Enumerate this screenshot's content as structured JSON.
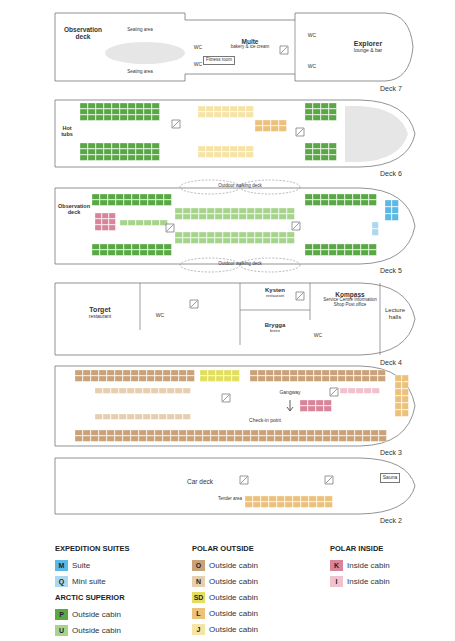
{
  "diagram": {
    "nodes": [
      {
        "text": [
          "Observation deck"
        ]
      },
      {
        "text": [
          "Seating area"
        ]
      },
      {
        "text": [
          "Seating area"
        ]
      },
      {
        "text": [
          "WC"
        ]
      },
      {
        "text": [
          "WC"
        ]
      },
      {
        "text": [
          "Multe",
          "bakery & ice cream"
        ]
      },
      {
        "text": [
          "Fitness room"
        ]
      },
      {
        "text": [
          "WC"
        ]
      },
      {
        "text": [
          "WC"
        ]
      },
      {
        "text": [
          "Explorer",
          "lounge & bar"
        ]
      },
      {
        "text": [
          "Hot tubs"
        ]
      },
      {
        "text": [
          "Observation deck"
        ]
      },
      {
        "text": [
          "Outdoor walking deck"
        ]
      },
      {
        "text": [
          "Outdoor walking deck"
        ]
      },
      {
        "text": [
          "Torget",
          "restaurant"
        ]
      },
      {
        "text": [
          "WC"
        ]
      },
      {
        "text": [
          "Kysten",
          "restaurant"
        ]
      },
      {
        "text": [
          "Brygga",
          "bistro"
        ]
      },
      {
        "text": [
          "WC"
        ]
      },
      {
        "text": [
          "Kompass",
          "Service Centre Information Shop Post office"
        ]
      },
      {
        "text": [
          "Lecture halls"
        ]
      },
      {
        "text": [
          "Gangway"
        ]
      },
      {
        "text": [
          "Check-in point"
        ]
      },
      {
        "text": [
          "Car deck"
        ]
      },
      {
        "text": [
          "Tender area"
        ]
      },
      {
        "text": [
          "Sauna"
        ]
      }
    ],
    "labels": [
      "Deck 7",
      "Deck 6",
      "Deck 5",
      "Deck 4",
      "Deck 3",
      "Deck 2",
      "EXPEDITION SUITES",
      "POLAR OUTSIDE",
      "POLAR INSIDE",
      "ARCTIC SUPERIOR",
      "M",
      "Q",
      "P",
      "U",
      "O",
      "N",
      "SD",
      "L",
      "J",
      "K",
      "I"
    ],
    "legend": [
      {
        "text": "Suite",
        "color": "#5cb8e4"
      },
      {
        "text": "Mini suite",
        "color": "#abd8ee"
      },
      {
        "text": "Outside cabin",
        "color": "#5aa845"
      },
      {
        "text": "Outside cabin",
        "color": "#a6d48c"
      },
      {
        "text": "Outside cabin",
        "color": "#c9a27a"
      },
      {
        "text": "Outside cabin",
        "color": "#e6cfae"
      },
      {
        "text": "Outside cabin",
        "color": "#e2df5e"
      },
      {
        "text": "Outside cabin",
        "color": "#ebc17c"
      },
      {
        "text": "Outside cabin",
        "color": "#f6e3a6"
      },
      {
        "text": "Inside cabin",
        "color": "#d9849b"
      },
      {
        "text": "Inside cabin",
        "color": "#f1c2cd"
      }
    ]
  }
}
